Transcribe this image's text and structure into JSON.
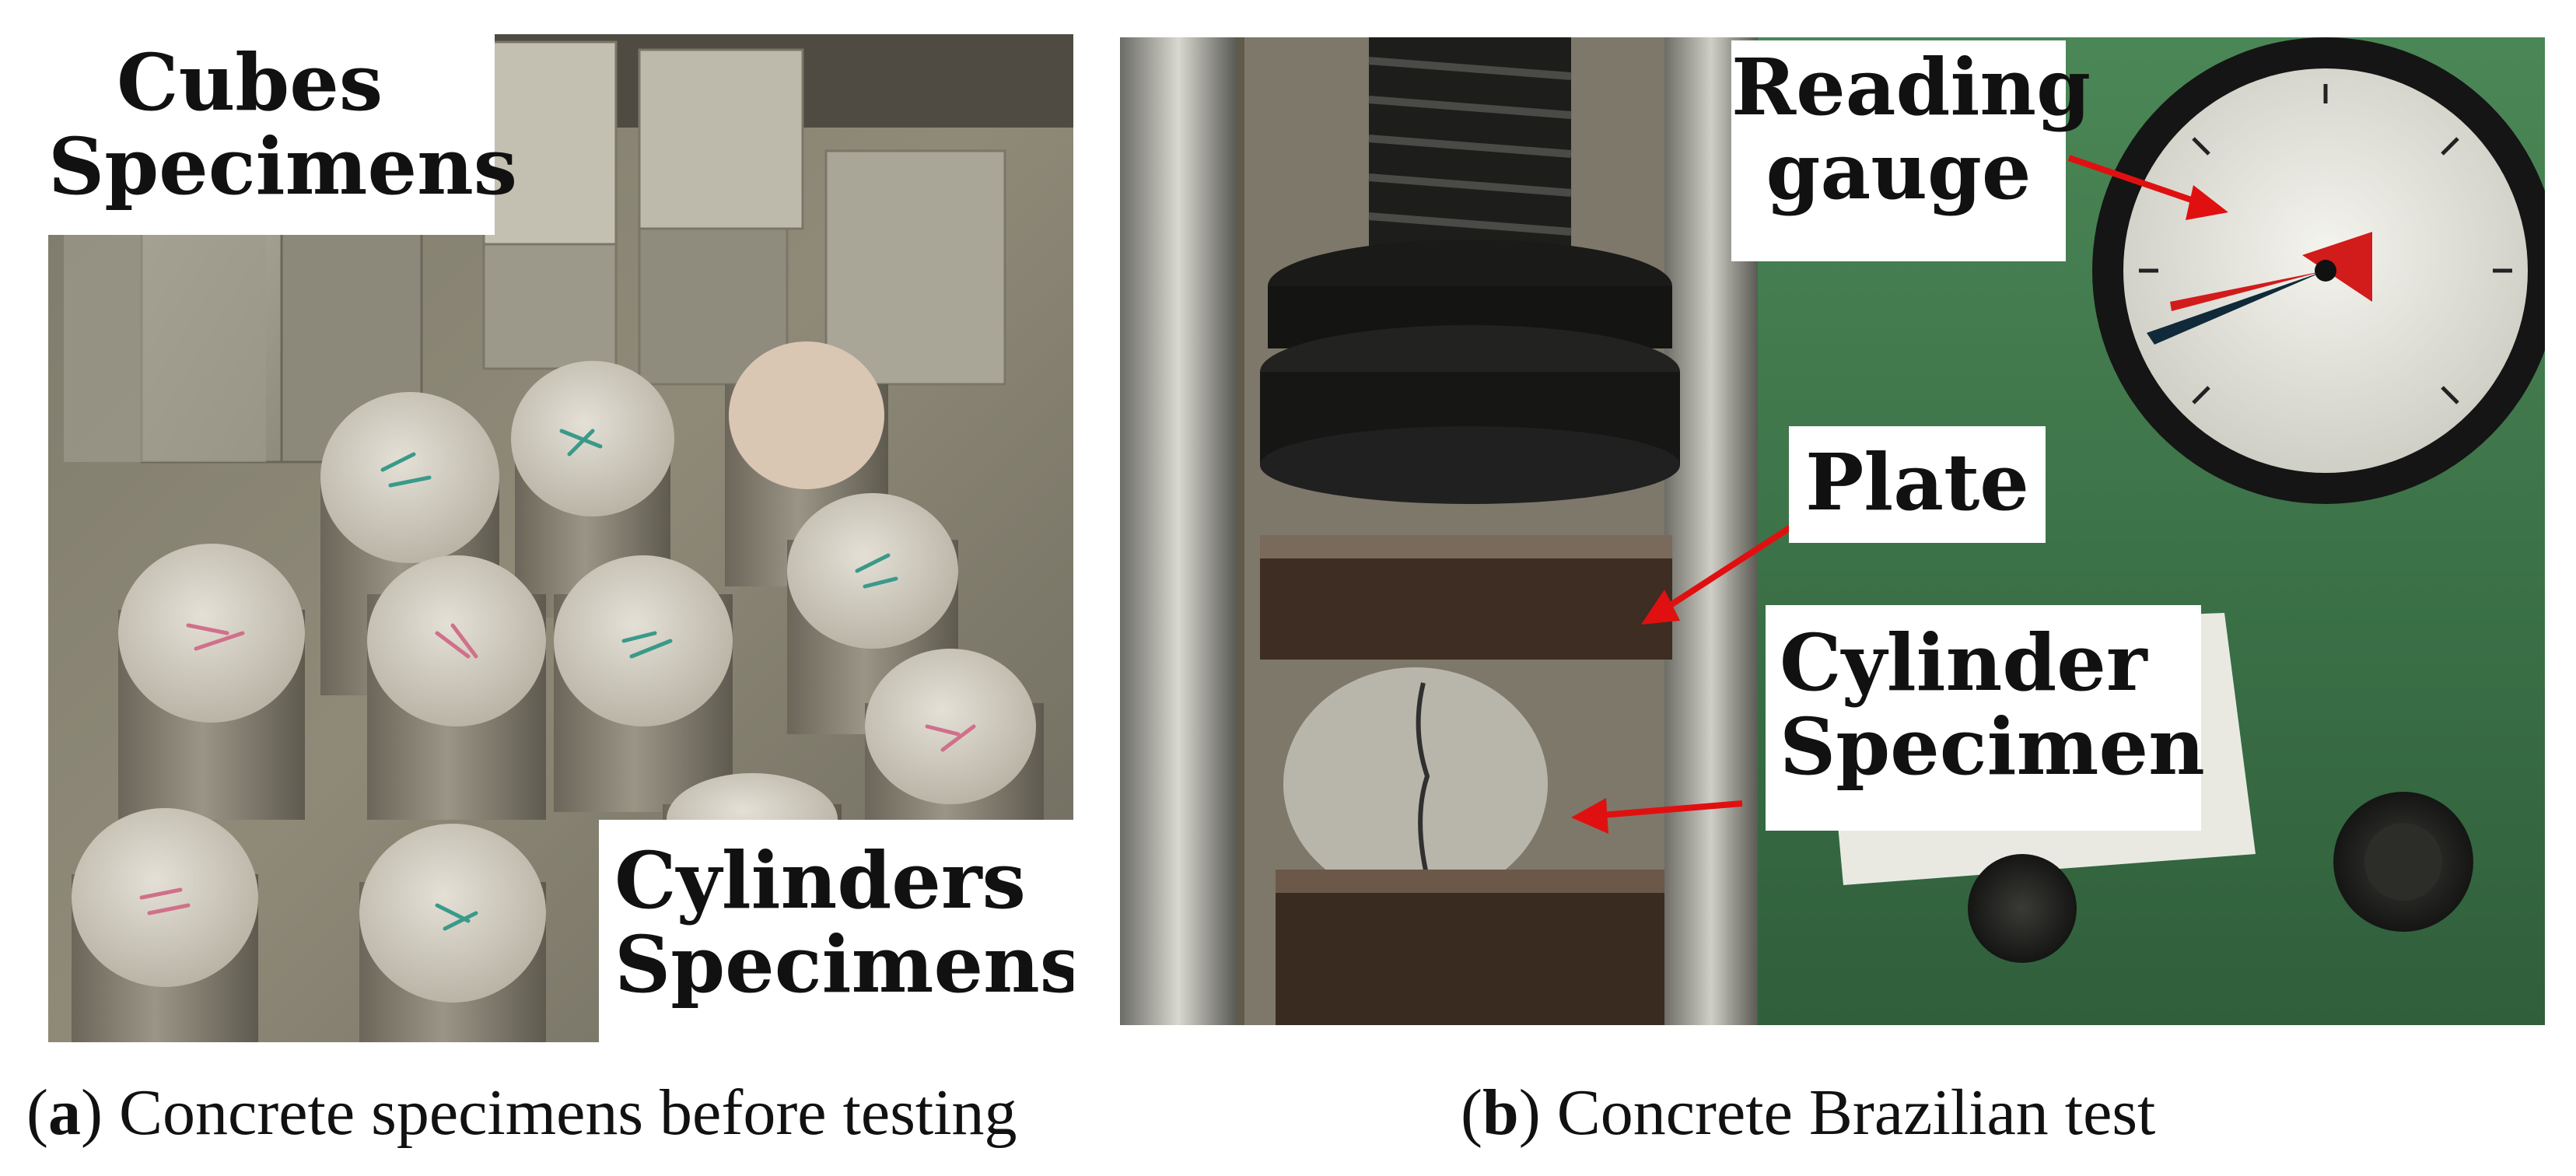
{
  "panel_a": {
    "labels": {
      "cubes": [
        "Cubes",
        "Specimens"
      ],
      "cylinders": [
        "Cylinders",
        "Specimens"
      ]
    },
    "caption": {
      "letter": "a",
      "text": "Concrete specimens before testing"
    }
  },
  "panel_b": {
    "labels": {
      "gauge": [
        "Reading",
        "gauge"
      ],
      "plate": "Plate",
      "cylinder": [
        "Cylinder",
        "Specimen"
      ]
    },
    "caption": {
      "letter": "b",
      "text": "Concrete Brazilian test"
    }
  },
  "colors": {
    "arrow": "#e01010",
    "machine_green": "#3f7a4a",
    "concrete": "#b9b4a6"
  }
}
